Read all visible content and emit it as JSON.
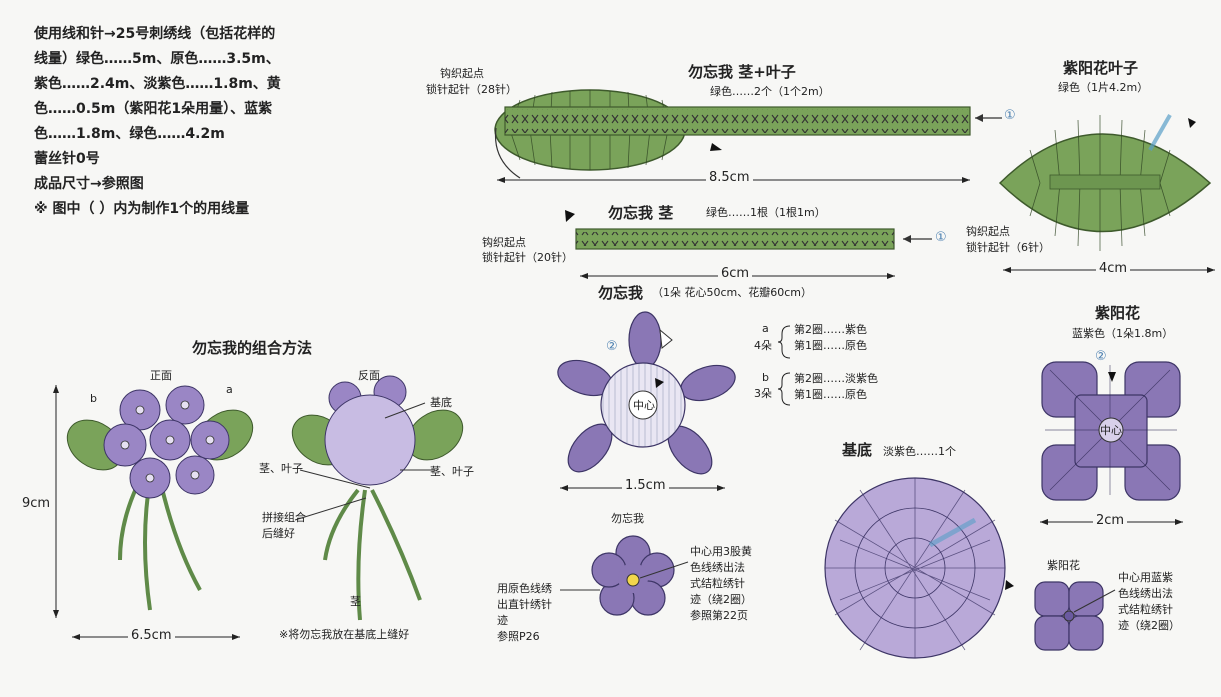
{
  "materials": {
    "lines": [
      "使用线和针→25号刺绣线（包括花样的",
      "线量）绿色……5m、原色……3.5m、",
      "紫色……2.4m、淡紫色……1.8m、黄",
      "色……0.5m（紫阳花1朵用量）、蓝紫",
      "色……1.8m、绿色……4.2m",
      "蕾丝针0号",
      "成品尺寸→参照图",
      "※ 图中（ ）内为制作1个的用线量"
    ]
  },
  "stem_leaf": {
    "title": "勿忘我  茎+叶子",
    "subtitle": "绿色……2个（1个2m）",
    "start_l1": "钩织起点",
    "start_l2": "锁针起针（28针）",
    "size": "8.5cm",
    "marker": "①"
  },
  "stem": {
    "title": "勿忘我  茎",
    "subtitle": "绿色……1根（1根1m）",
    "start_l1": "钩织起点",
    "start_l2": "锁针起针（20针）",
    "size": "6cm",
    "marker": "①"
  },
  "hydrangea_leaf": {
    "title": "紫阳花叶子",
    "subtitle": "绿色（1片4.2m）",
    "start_l1": "钩织起点",
    "start_l2": "锁针起针（6针）",
    "size": "4cm"
  },
  "forget_me_not": {
    "title": "勿忘我",
    "subtitle": "（1朵 花心50cm、花瓣60cm）",
    "center_label": "中心",
    "size": "1.5cm",
    "marker": "②",
    "a_label": "a",
    "a_count": "4朵",
    "a_row2": "第2圈……紫色",
    "a_row1": "第1圈……原色",
    "b_label": "b",
    "b_count": "3朵",
    "b_row2": "第2圈……淡紫色",
    "b_row1": "第1圈……原色"
  },
  "assembly": {
    "title": "勿忘我的组合方法",
    "front": "正面",
    "back": "反面",
    "label_a": "a",
    "label_b": "b",
    "height": "9cm",
    "width": "6.5cm",
    "base": "基底",
    "stem_leaf_left": "茎、叶子",
    "stem_leaf_right": "茎、叶子",
    "join_l1": "拼接组合",
    "join_l2": "后缝好",
    "stem": "茎",
    "note": "※将勿忘我放在基底上缝好"
  },
  "fmn_small": {
    "title": "勿忘我",
    "left_l1": "用原色线绣",
    "left_l2": "出直针绣针",
    "left_l3": "迹",
    "left_l4": "参照P26",
    "right_l1": "中心用3股黄",
    "right_l2": "色线绣出法",
    "right_l3": "式结粒绣针",
    "right_l4": "迹（绕2圈）",
    "right_l5": "参照第22页"
  },
  "base": {
    "title": "基底",
    "subtitle": "淡紫色……1个"
  },
  "hydrangea": {
    "title": "紫阳花",
    "subtitle": "蓝紫色（1朵1.8m）",
    "center_label": "中心",
    "marker": "②",
    "size": "2cm"
  },
  "hydrangea_small": {
    "title": "紫阳花",
    "right_l1": "中心用蓝紫",
    "right_l2": "色线绣出法",
    "right_l3": "式结粒绣针",
    "right_l4": "迹（绕2圈）"
  },
  "colors": {
    "leaf_green": "#7aa35a",
    "dark_green": "#4a6b34",
    "purple": "#7b6aa8",
    "light_purple": "#b9a9d8",
    "blue_accent": "#5aa0c8"
  }
}
